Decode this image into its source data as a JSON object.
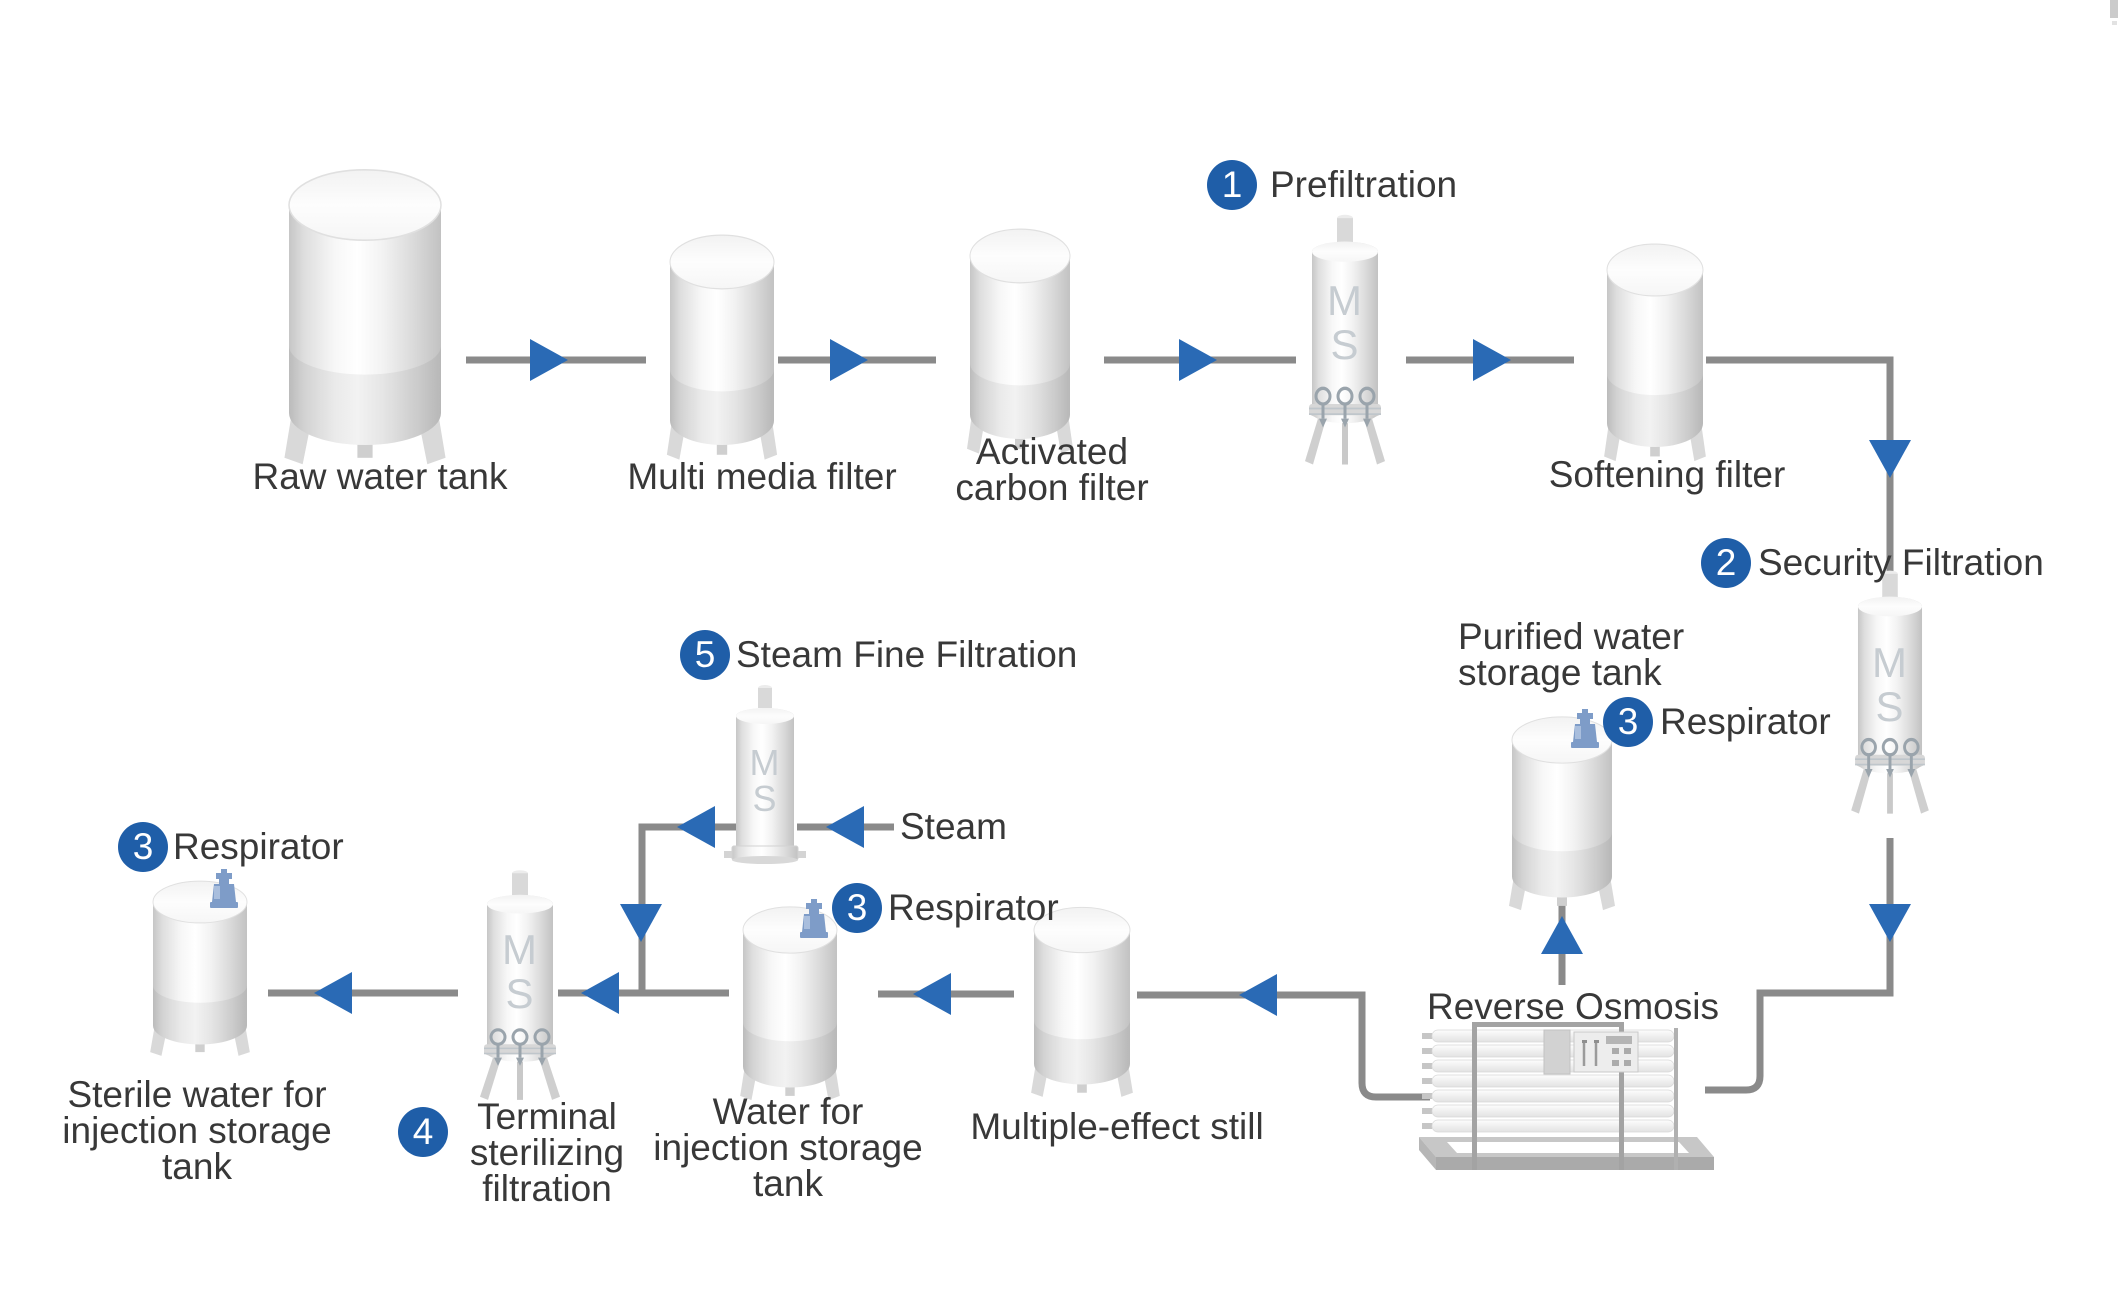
{
  "colors": {
    "background": "#ffffff",
    "badge_blue": "#1f5ea8",
    "arrow_blue": "#2a6ab5",
    "valve_blue": "#7e9cc8",
    "pipe_gray": "#8a8a8a",
    "label_text": "#383838",
    "vessel_mark_gray": "#c6ccd1"
  },
  "badges": {
    "prefiltration": {
      "number": "1",
      "label": "Prefiltration"
    },
    "security_filtration": {
      "number": "2",
      "label": "Security Filtration"
    },
    "respirator": {
      "number": "3",
      "label": "Respirator"
    },
    "terminal_sterilizing": {
      "number": "4",
      "label": [
        "Terminal",
        "sterilizing",
        "filtration"
      ]
    },
    "steam_fine_filtration": {
      "number": "5",
      "label": "Steam Fine Filtration"
    }
  },
  "equipment": {
    "raw_water_tank": {
      "label": "Raw water tank"
    },
    "multi_media_filter": {
      "label": "Multi media filter"
    },
    "activated_carbon_filter": {
      "label": [
        "Activated",
        "carbon filter"
      ]
    },
    "softening_filter": {
      "label": "Softening filter"
    },
    "purified_water_tank": {
      "label": [
        "Purified water",
        "storage tank"
      ]
    },
    "reverse_osmosis": {
      "label": "Reverse Osmosis"
    },
    "multiple_effect_still": {
      "label": "Multiple-effect still"
    },
    "water_for_injection_tank": {
      "label": [
        "Water for",
        "injection storage",
        "tank"
      ]
    },
    "sterile_water_tank": {
      "label": [
        "Sterile water for",
        "injection storage",
        "tank"
      ]
    },
    "steam_input": {
      "label": "Steam"
    }
  },
  "vessel_mark": {
    "line1": "M",
    "line2": "S"
  }
}
